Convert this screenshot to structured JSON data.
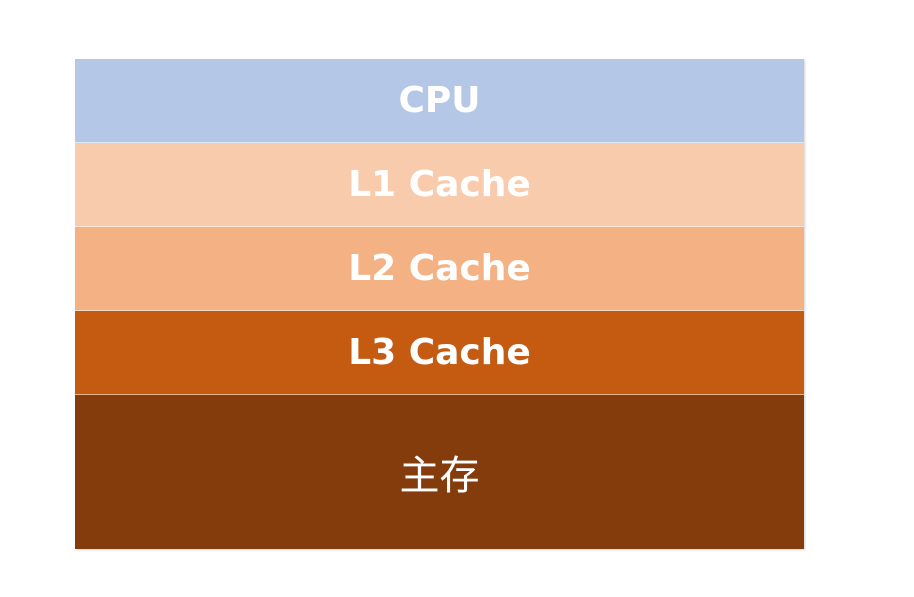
{
  "layers": [
    {
      "label": "CPU",
      "color": "#b4c7e7"
    },
    {
      "label": "L1 Cache",
      "color": "#f8cbad"
    },
    {
      "label": "L2 Cache",
      "color": "#f4b183"
    },
    {
      "label": "L3 Cache",
      "color": "#c55a11"
    },
    {
      "label": "主存",
      "color": "#843c0c"
    }
  ]
}
